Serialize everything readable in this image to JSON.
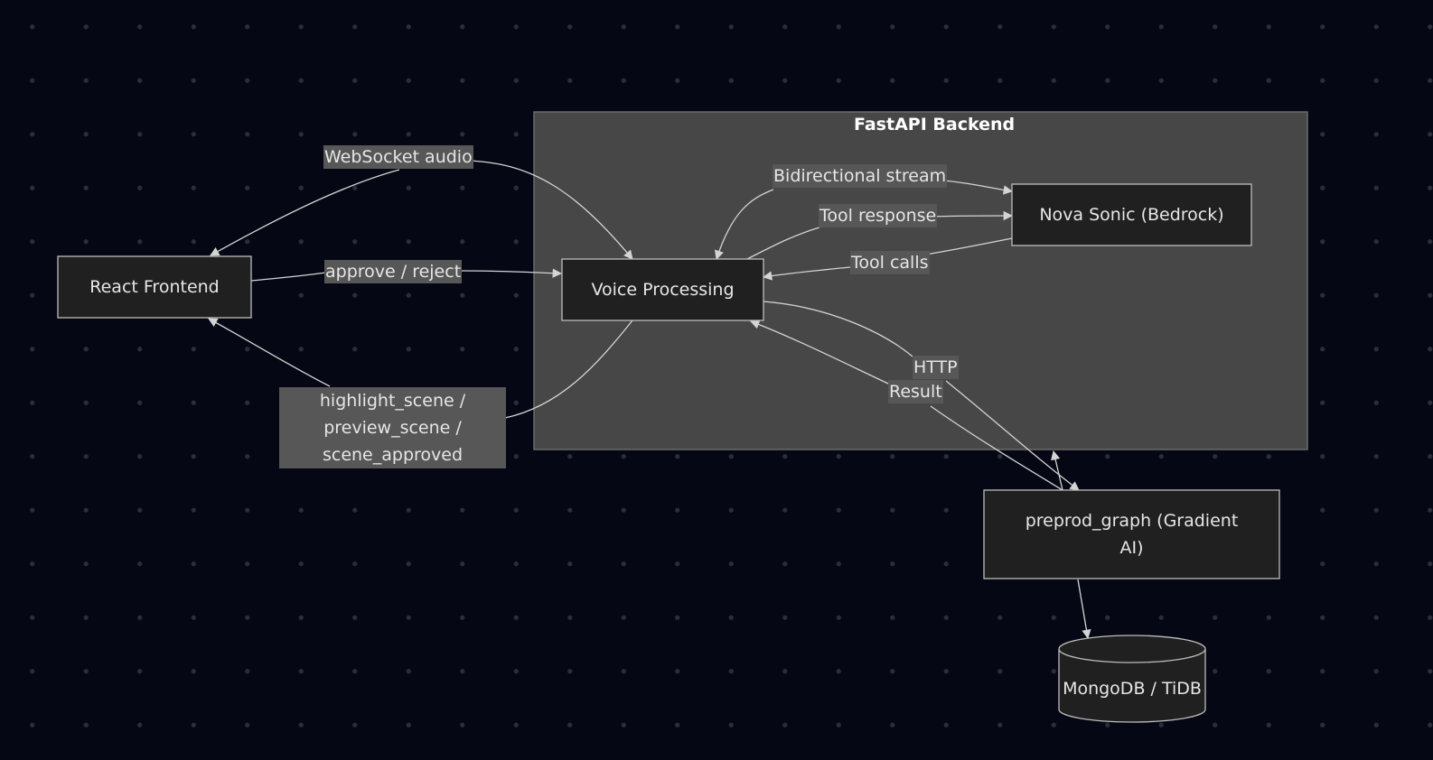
{
  "subgraph": {
    "title": "FastAPI Backend"
  },
  "nodes": {
    "react_frontend": "React Frontend",
    "voice_processing": "Voice Processing",
    "nova_sonic": "Nova Sonic (Bedrock)",
    "preprod_graph": "preprod_graph (Gradient AI)",
    "mongodb": "MongoDB / TiDB"
  },
  "edges": {
    "websocket_audio": "WebSocket audio",
    "approve_reject": "approve / reject",
    "highlight_scene": "highlight_scene / preview_scene / scene_approved",
    "bidirectional_stream": "Bidirectional stream",
    "tool_response": "Tool response",
    "tool_calls": "Tool calls",
    "http": "HTTP",
    "result": "Result"
  },
  "colors": {
    "background": "#050814",
    "subgraph_fill": "#474747",
    "node_fill": "#202020",
    "node_stroke": "#bdbdbd",
    "edge": "#d4d4d4",
    "label_bg": "#575757"
  }
}
